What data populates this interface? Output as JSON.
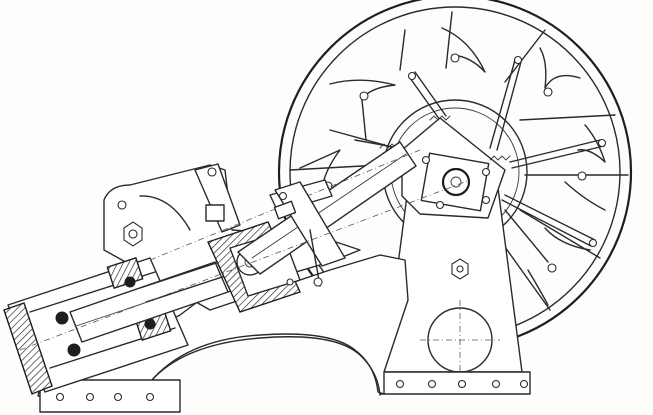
{
  "drawing": {
    "parts": [
      {
        "key": "flywheel",
        "name": "flywheel-rim"
      },
      {
        "key": "pedestal",
        "name": "crank-pedestal"
      },
      {
        "key": "bedplate",
        "name": "engine-bedplate"
      },
      {
        "key": "cylinder",
        "name": "steam-cylinder"
      },
      {
        "key": "piston",
        "name": "piston-rod"
      },
      {
        "key": "crosshead",
        "name": "crosshead"
      },
      {
        "key": "conrod",
        "name": "connecting-rod"
      },
      {
        "key": "crank",
        "name": "crank-block"
      }
    ],
    "colors": {
      "line": "#2a2a2a",
      "paper": "#fdfdfb",
      "hatch": "#1e1e1e"
    }
  }
}
